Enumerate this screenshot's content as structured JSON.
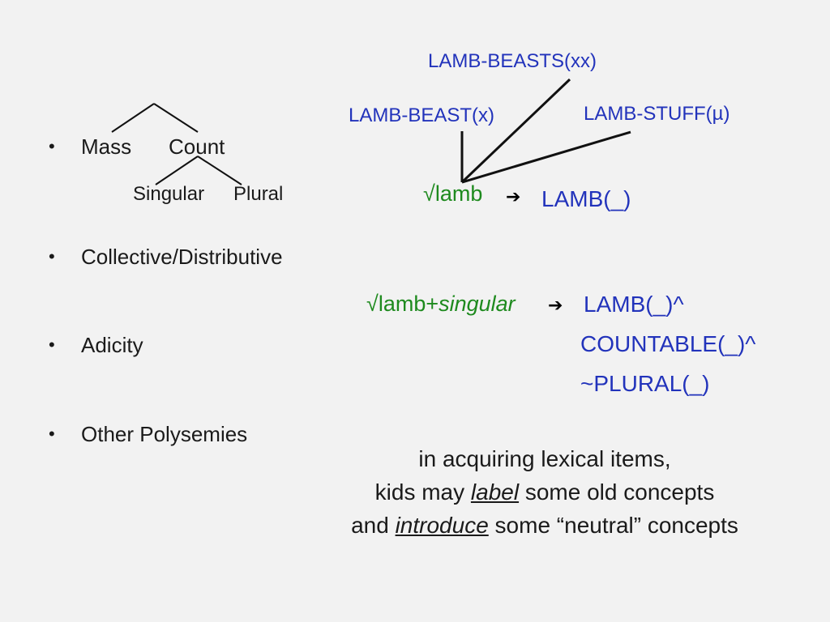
{
  "bullets": {
    "mass": "Mass",
    "count": "Count",
    "singular": "Singular",
    "plural": "Plural",
    "collective": "Collective/Distributive",
    "adicity": "Adicity",
    "other": "Other Polysemies"
  },
  "top_diagram": {
    "lamb_beasts": "LAMB-BEASTS(xx)",
    "lamb_beast": "LAMB-BEAST(x)",
    "lamb_stuff": "LAMB-STUFF(µ)",
    "root": "√lamb",
    "result": "LAMB(_)"
  },
  "second_diagram": {
    "root": "√lamb+",
    "root_feature": "singular",
    "line1": "LAMB(_)^",
    "line2": "COUNTABLE(_)^",
    "line3": "~PLURAL(_)"
  },
  "note": {
    "line1": "in acquiring lexical items,",
    "line2_a": "kids may ",
    "line2_b": "label",
    "line2_c": " some old concepts",
    "line3_a": "and ",
    "line3_b": "introduce",
    "line3_c": " some “neutral” concepts"
  },
  "colors": {
    "blue": "#2233bb",
    "green": "#1e8a1e",
    "background": "#f2f2f2"
  }
}
